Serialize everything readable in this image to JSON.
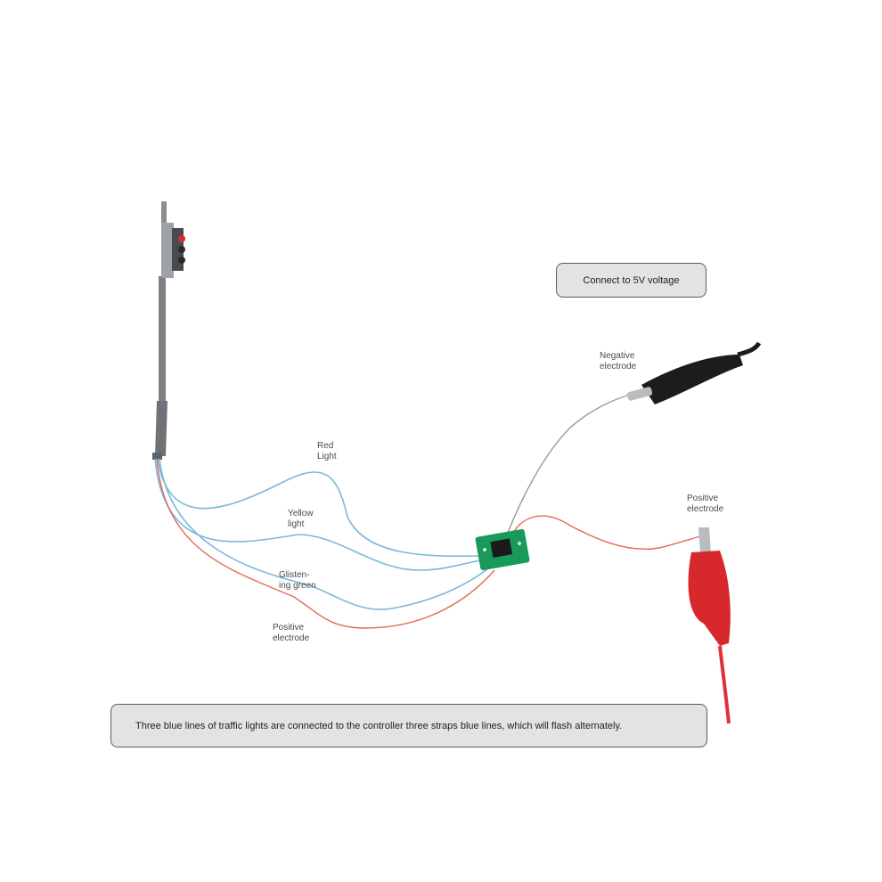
{
  "labels": {
    "red_light": [
      "Red",
      "Light"
    ],
    "yellow_light": [
      "Yellow",
      "light"
    ],
    "green_light": [
      "Glisten-",
      "ing green"
    ],
    "positive_left": [
      "Positive",
      "electrode"
    ],
    "negative_clip": [
      "Negative",
      "electrode"
    ],
    "positive_clip": [
      "Positive",
      "electrode"
    ]
  },
  "callouts": {
    "voltage": "Connect to 5V voltage",
    "description": "Three blue lines of traffic lights are connected to the controller three straps blue lines, which will flash alternately."
  },
  "colors": {
    "blue_wire": "#7ab8dc",
    "red_wire": "#e36a55",
    "grey_wire": "#9a9a9a",
    "pole": "#7d8084",
    "board": "#1a9a5a",
    "red_clip": "#d7282e",
    "black_clip": "#1c1c1c"
  }
}
